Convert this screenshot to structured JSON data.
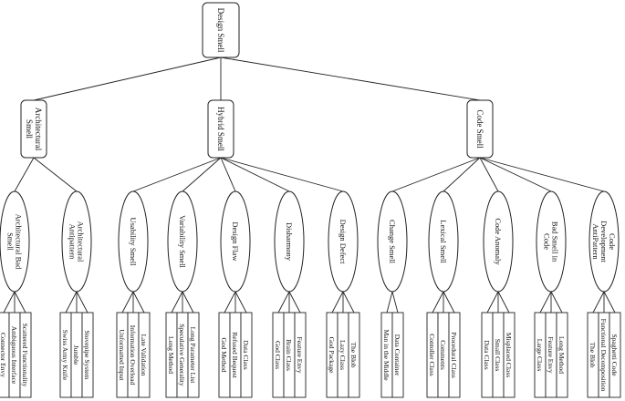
{
  "root": {
    "label": "Design Smell"
  },
  "groups": [
    {
      "label": [
        "Architectural",
        "Smell"
      ],
      "categories": [
        {
          "label": [
            "Architectural Bad",
            "Smell"
          ],
          "items": [
            "Connector Envy",
            "Ambiguous Interface",
            "Scattered Functionality"
          ]
        },
        {
          "label": [
            "Architectural",
            "Antipattern"
          ],
          "items": [
            "Swiss Army Knife",
            "Jumble",
            "Stovepipe System"
          ]
        }
      ]
    },
    {
      "label": [
        "Hybrid Smell"
      ],
      "categories": [
        {
          "label": [
            "Usability Smell"
          ],
          "items": [
            "Unformatted Input",
            "Information Overload",
            "Late Validation"
          ]
        },
        {
          "label": [
            "Variability Smell"
          ],
          "items": [
            "Long Method",
            "Speculative Generality",
            "Long Parameter List"
          ]
        },
        {
          "label": [
            "Design Flaw"
          ],
          "items": [
            "God Method",
            "Refused Bequest",
            "Data Class"
          ]
        },
        {
          "label": [
            "Disharmony"
          ],
          "items": [
            "God Class",
            "Brain Class",
            "Feature Envy"
          ]
        },
        {
          "label": [
            "Design Defect"
          ],
          "items": [
            "God Package",
            "Lazy Class",
            "The Blob"
          ]
        }
      ]
    },
    {
      "label": [
        "Code Smell"
      ],
      "categories": [
        {
          "label": [
            "Change Smell"
          ],
          "items": [
            "Man in the Middle",
            "Data Container"
          ]
        },
        {
          "label": [
            "Lexical Smell"
          ],
          "items": [
            "Contoller Class",
            "Comments",
            "Procedural Class"
          ]
        },
        {
          "label": [
            "Code Anomaly"
          ],
          "items": [
            "Data Class",
            "Small Class",
            "Misplaced Class"
          ]
        },
        {
          "label": [
            "Bad Smell in",
            "Code"
          ],
          "items": [
            "Large Class",
            "Feature Envy",
            "Long Method"
          ]
        },
        {
          "label": [
            "Code",
            "Development",
            "AntiPattern"
          ],
          "items": [
            "The Blob",
            "Functional Decomposition",
            "Spaghetti Code"
          ]
        }
      ]
    }
  ]
}
